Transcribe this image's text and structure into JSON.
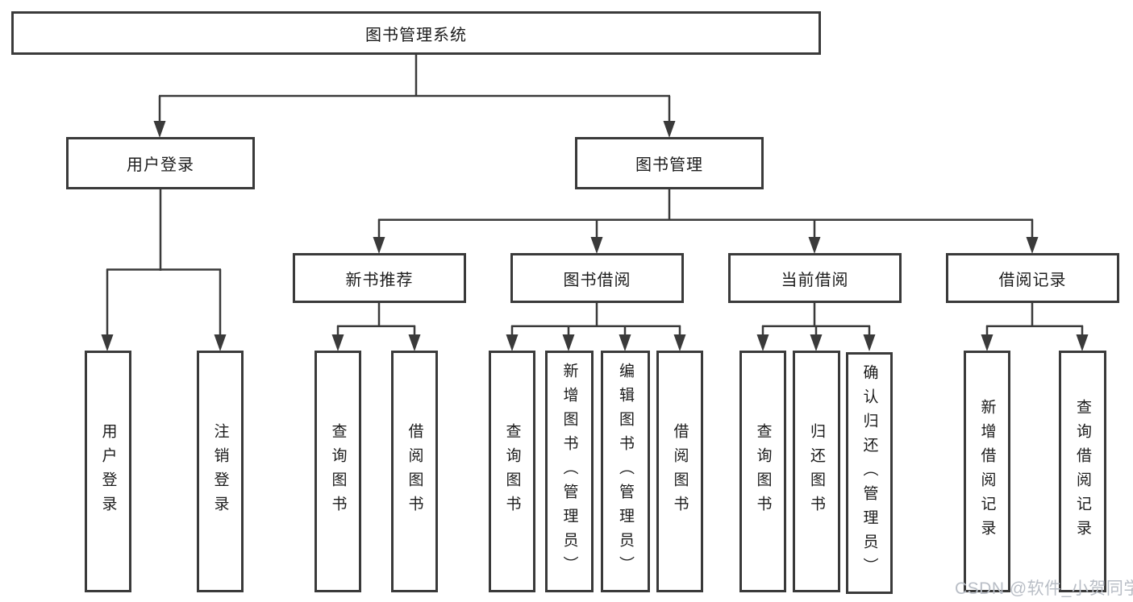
{
  "tree": {
    "root": "图书管理系统",
    "children": [
      {
        "label": "用户登录",
        "children": [
          "用户登录",
          "注销登录"
        ]
      },
      {
        "label": "图书管理",
        "children": [
          {
            "label": "新书推荐",
            "children": [
              "查询图书",
              "借阅图书"
            ]
          },
          {
            "label": "图书借阅",
            "children": [
              "查询图书",
              "新增图书（管理员）",
              "编辑图书（管理员）",
              "借阅图书"
            ]
          },
          {
            "label": "当前借阅",
            "children": [
              "查询图书",
              "归还图书",
              "确认归还（管理员）"
            ]
          },
          {
            "label": "借阅记录",
            "children": [
              "新增借阅记录",
              "查询借阅记录"
            ]
          }
        ]
      }
    ]
  },
  "watermark": "CSDN @软件_小贺同学",
  "colors": {
    "line": "#3a3a3a",
    "box_border": "#3a3a3a",
    "text": "#1c1c1c",
    "watermark": "#b9bec6",
    "background": "#ffffff"
  }
}
